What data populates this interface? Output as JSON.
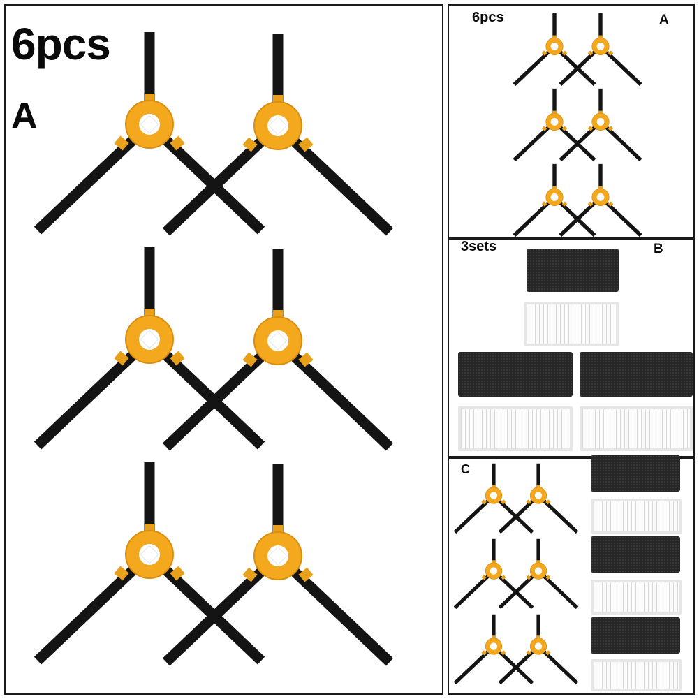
{
  "main_panel": {
    "quantity_label": "6pcs",
    "set_letter": "A"
  },
  "panel_a": {
    "quantity_label": "6pcs",
    "set_letter": "A"
  },
  "panel_b": {
    "quantity_label": "3sets",
    "set_letter": "B"
  },
  "panel_c": {
    "set_letter": "C"
  },
  "colors": {
    "brush_hub": "#f4a81d",
    "bristle": "#141414",
    "sponge": "#262626",
    "hepa_frame": "#e6e6e6"
  },
  "icons": {
    "side_brush": "side-brush-icon",
    "sponge_filter": "sponge-filter-icon",
    "hepa_filter": "hepa-filter-icon"
  }
}
